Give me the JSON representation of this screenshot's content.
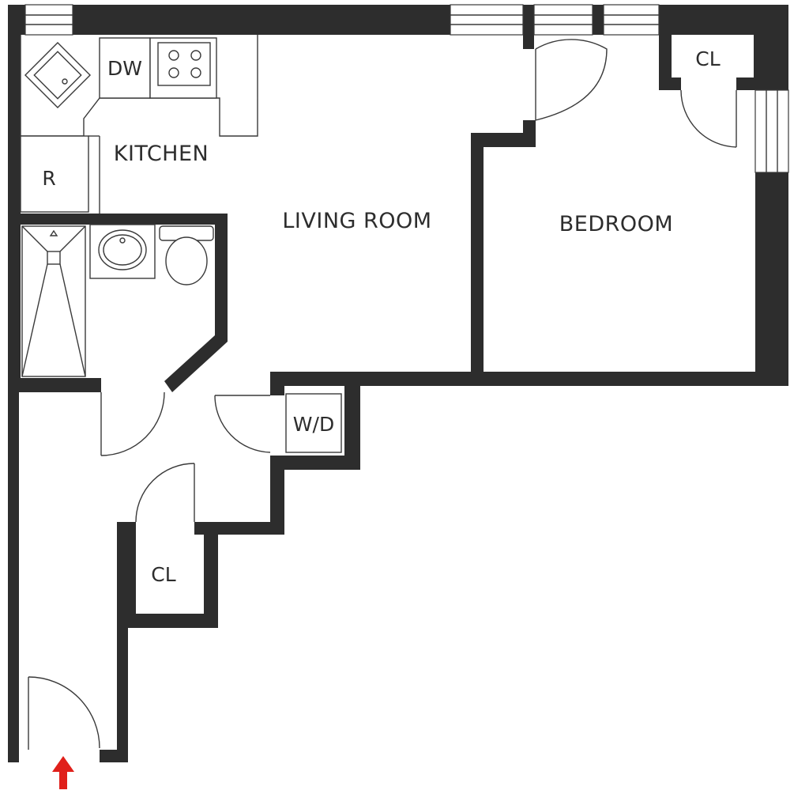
{
  "floorplan": {
    "rooms": {
      "living_room": "LIVING ROOM",
      "bedroom": "BEDROOM",
      "kitchen": "KITCHEN"
    },
    "fixtures": {
      "dishwasher": "DW",
      "refrigerator": "R",
      "washer_dryer": "W/D",
      "closet_bedroom": "CL",
      "closet_hall": "CL"
    },
    "colors": {
      "wall": "#2d2d2d",
      "entry_arrow": "#e0201b"
    },
    "icons": [
      "sink-icon",
      "stove-icon",
      "toilet-icon",
      "shower-icon",
      "entry-arrow-icon"
    ]
  }
}
